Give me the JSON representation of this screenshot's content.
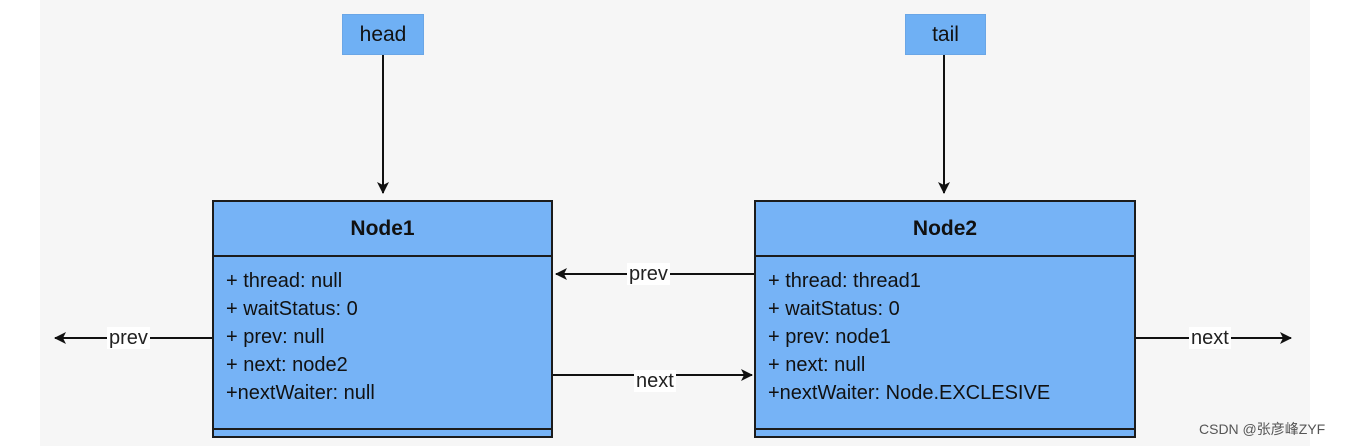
{
  "pointers": {
    "head": "head",
    "tail": "tail"
  },
  "nodes": [
    {
      "title": "Node1",
      "fields": [
        "+ thread: null",
        "+ waitStatus: 0",
        "+ prev: null",
        "+ next: node2",
        "+nextWaiter: null"
      ]
    },
    {
      "title": "Node2",
      "fields": [
        "+ thread: thread1",
        "+ waitStatus: 0",
        "+ prev: node1",
        "+ next: null",
        "+nextWaiter: Node.EXCLESIVE"
      ]
    }
  ],
  "edges": {
    "left_prev": "prev",
    "node2_to_node1_prev": "prev",
    "node1_to_node2_next": "next",
    "right_next": "next"
  },
  "credit": "CSDN @张彦峰ZYF",
  "colors": {
    "node_fill": "#76b3f6",
    "pointer_fill": "#6fb0f4",
    "stroke": "#1c1c1c"
  }
}
